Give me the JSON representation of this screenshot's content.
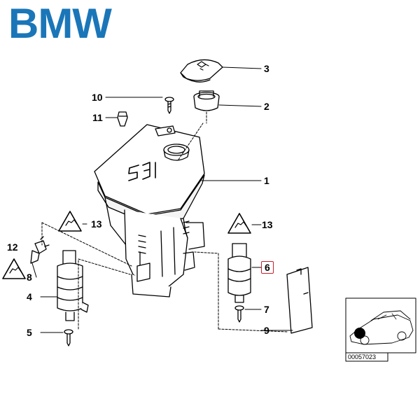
{
  "brand": {
    "name": "BMW",
    "color": "#1a76b8"
  },
  "diagram": {
    "tank_marking": "531",
    "reference_number": "00057023",
    "highlight_color": "#c8202a",
    "callouts": [
      "1",
      "2",
      "3",
      "4",
      "5",
      "6",
      "7",
      "8",
      "9",
      "10",
      "11",
      "12",
      "13",
      "13"
    ],
    "highlighted_callout": "6"
  }
}
